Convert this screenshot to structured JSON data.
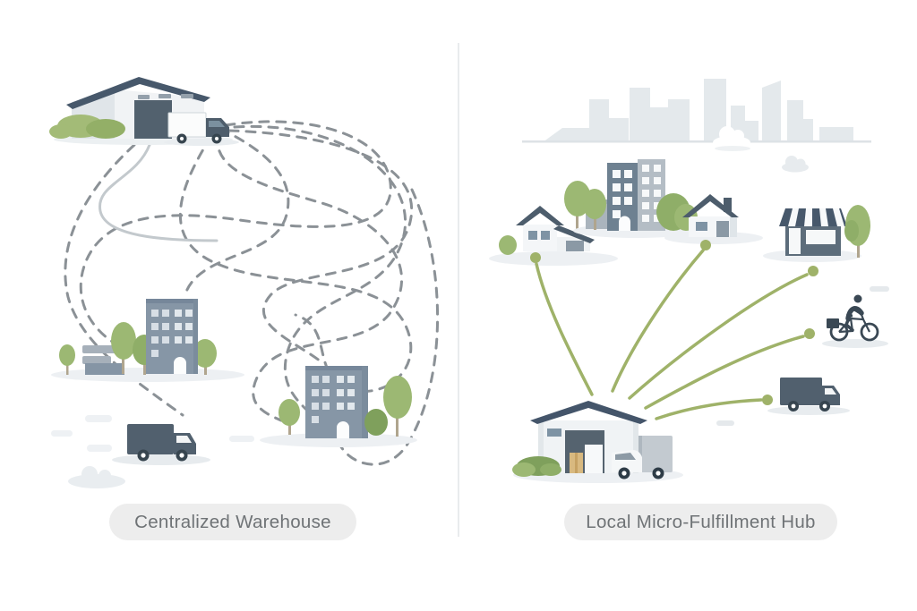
{
  "panels": {
    "left": {
      "label": "Centralized Warehouse",
      "route_style": "tangled dashed gray delivery routes",
      "elements": [
        "warehouse",
        "delivery-truck",
        "apartment-building",
        "sign-building",
        "apartment-building-2",
        "delivery-truck-2",
        "trees",
        "clouds"
      ]
    },
    "right": {
      "label": "Local Micro-Fulfillment Hub",
      "route_style": "direct green delivery lines with endpoint dots",
      "route_count": 5,
      "elements": [
        "city-skyline",
        "house",
        "apartment-towers",
        "cottage",
        "storefront",
        "cargo-cyclist",
        "delivery-truck",
        "micro-hub-warehouse",
        "delivery-van",
        "trees",
        "clouds"
      ]
    }
  },
  "colors": {
    "background": "#ffffff",
    "divider": "#e9ebed",
    "dashed_route": "#8b9196",
    "solid_route": "#c3c9cd",
    "green_route": "#9fb269",
    "dark_slate": "#4d5d6c",
    "roof_slate": "#47586b",
    "building_blue_gray": "#8696a6",
    "tower_light_gray": "#b4bdc5",
    "wall_light": "#f0f3f5",
    "window_light": "#d7dee5",
    "window_blue": "#7e93a4",
    "tree_green": "#9cb873",
    "tree_green_dark": "#84a35c",
    "skyline": "#e4e9ec",
    "ground_shadow": "#edf0f3",
    "cardboard_box": "#d8b980",
    "pill_background": "#ededed",
    "pill_text": "#6f7376"
  }
}
